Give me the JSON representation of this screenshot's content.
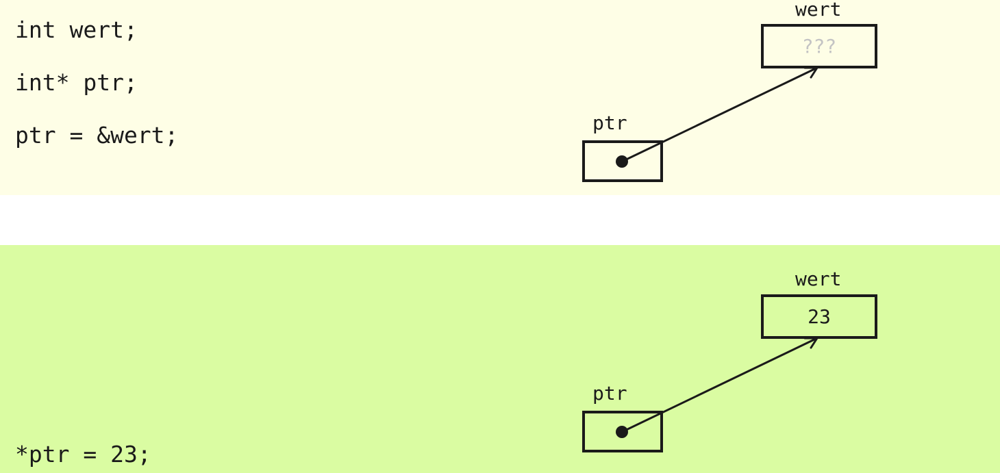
{
  "top": {
    "code": [
      "int wert;",
      "int* ptr;",
      "ptr = &wert;"
    ],
    "wert_label": "wert",
    "wert_value": "???",
    "wert_value_color": "#c4c4c4",
    "ptr_label": "ptr",
    "background": "#fefee6"
  },
  "bottom": {
    "code": [
      "*ptr = 23;"
    ],
    "wert_label": "wert",
    "wert_value": "23",
    "wert_value_color": "#1a1a1a",
    "ptr_label": "ptr",
    "background": "#dafca2"
  },
  "colors": {
    "ink": "#1a1a1a"
  }
}
